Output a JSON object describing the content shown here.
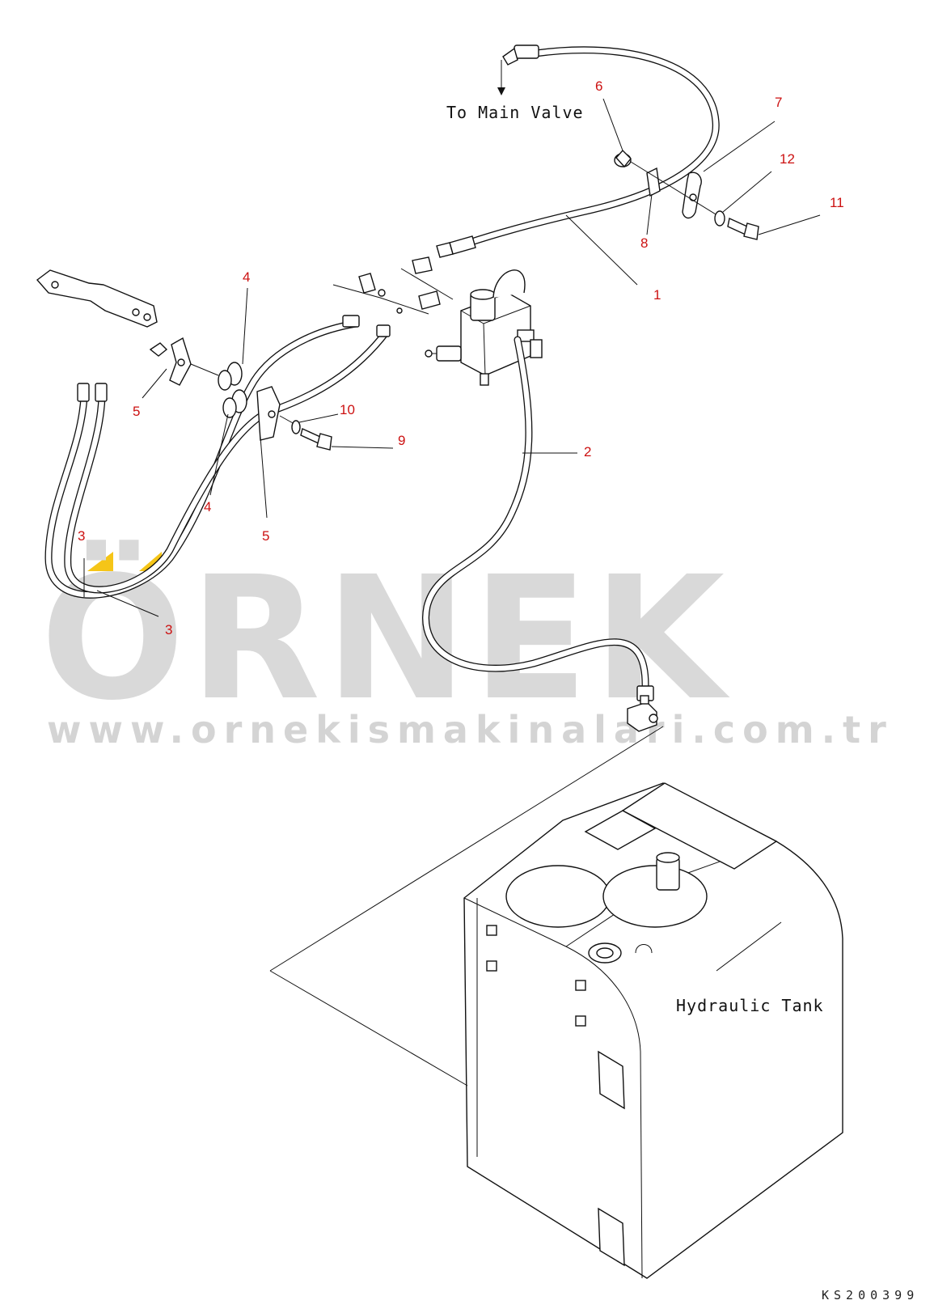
{
  "watermark": {
    "brand": "ÖRNEK",
    "url": "www.ornekismakinalari.com.tr",
    "accent_color": "#f5c518",
    "text_color": "#d9d9d9"
  },
  "labels": {
    "to_main_valve": "To Main Valve",
    "hydraulic_tank": "Hydraulic Tank",
    "drawing_code": "KS200399"
  },
  "callouts": [
    {
      "id": "c1",
      "text": "1"
    },
    {
      "id": "c2",
      "text": "2"
    },
    {
      "id": "c3a",
      "text": "3"
    },
    {
      "id": "c3b",
      "text": "3"
    },
    {
      "id": "c4a",
      "text": "4"
    },
    {
      "id": "c4b",
      "text": "4"
    },
    {
      "id": "c5a",
      "text": "5"
    },
    {
      "id": "c5b",
      "text": "5"
    },
    {
      "id": "c6",
      "text": "6"
    },
    {
      "id": "c7",
      "text": "7"
    },
    {
      "id": "c8",
      "text": "8"
    },
    {
      "id": "c9",
      "text": "9"
    },
    {
      "id": "c10",
      "text": "10"
    },
    {
      "id": "c11",
      "text": "11"
    },
    {
      "id": "c12",
      "text": "12"
    }
  ],
  "callout_color": "#cc1111"
}
